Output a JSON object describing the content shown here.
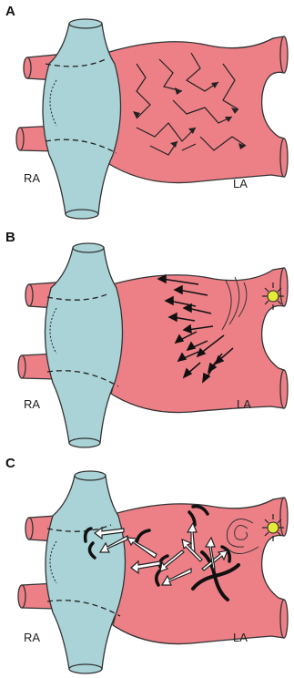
{
  "panels": [
    {
      "letter": "A",
      "ra": "RA",
      "la": "LA"
    },
    {
      "letter": "B",
      "ra": "RA",
      "la": "LA"
    },
    {
      "letter": "C",
      "ra": "RA",
      "la": "LA"
    }
  ],
  "colors": {
    "left_atrium": "#ed8087",
    "right_atrium": "#a9d3d6",
    "outline": "#333333",
    "trigger_center": "#e6eb3a",
    "arrow_fill_c": "#ffffff",
    "background": "#ffffff"
  }
}
